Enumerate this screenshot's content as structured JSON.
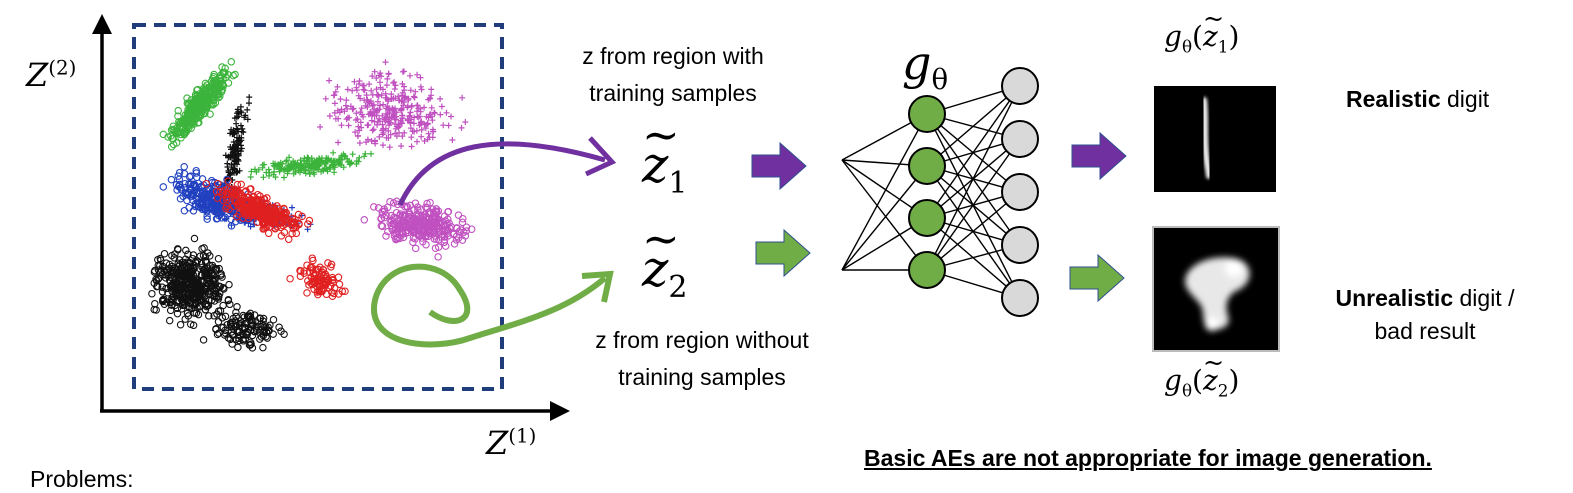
{
  "axes": {
    "y_label_base": "Z",
    "y_label_sup": "(2)",
    "x_label_base": "Z",
    "x_label_sup": "(1)"
  },
  "annotations": {
    "region_with_line1": "z from region with",
    "region_with_line2": "training samples",
    "region_without_line1": "z from region without",
    "region_without_line2": "training samples"
  },
  "latents": {
    "z1_base": "z",
    "z1_sub": "1",
    "z2_base": "z",
    "z2_sub": "2"
  },
  "decoder": {
    "label_base": "g",
    "label_sub": "θ",
    "input_nodes": 4,
    "output_nodes": 5
  },
  "outputs": {
    "top_label_fn": "g",
    "top_label_sub": "θ",
    "top_label_arg": "z",
    "top_label_arg_sub": "1",
    "bottom_label_fn": "g",
    "bottom_label_sub": "θ",
    "bottom_label_arg": "z",
    "bottom_label_arg_sub": "2",
    "realistic_bold": "Realistic",
    "realistic_rest": " digit",
    "unrealistic_bold": "Unrealistic",
    "unrealistic_rest": " digit /",
    "unrealistic_line2": "bad result"
  },
  "footer": {
    "note": "Basic AEs are not appropriate for image generation.",
    "problems": "Problems:"
  },
  "colors": {
    "purple": "#7030a0",
    "green": "#70ad47",
    "node_green": "#70ad47",
    "node_gray": "#d9d9d9",
    "dash_box": "#1f3d7a",
    "magenta": "#c050c0",
    "scatter_green": "#3cb43c",
    "scatter_black": "#111111",
    "scatter_blue": "#2040c0",
    "scatter_red": "#e02020"
  }
}
